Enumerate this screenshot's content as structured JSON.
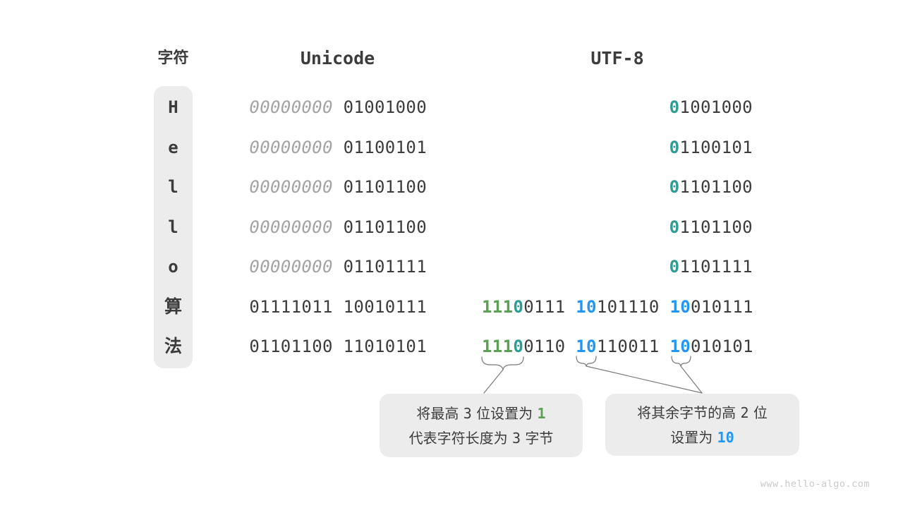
{
  "header": {
    "char_label": "字符",
    "unicode_label": "Unicode",
    "utf8_label": "UTF-8"
  },
  "colors": {
    "dark": "#3c3c3c",
    "gray": "#a3a3a3",
    "green": "#5ba053",
    "teal": "#2f9c94",
    "blue": "#2196f3",
    "panel": "#ececec",
    "line": "#7a7a7a",
    "watermark": "#c9c9c9"
  },
  "rows": [
    {
      "char": "H",
      "cjk": 0,
      "unicode": [
        {
          "t": "00000000",
          "c": "gray",
          "i": 1
        },
        {
          "t": " 01001000",
          "c": "dark"
        }
      ],
      "utf8": [
        {
          "t": "0",
          "c": "teal",
          "b": 1
        },
        {
          "t": "1001000",
          "c": "dark"
        }
      ]
    },
    {
      "char": "e",
      "cjk": 0,
      "unicode": [
        {
          "t": "00000000",
          "c": "gray",
          "i": 1
        },
        {
          "t": " 01100101",
          "c": "dark"
        }
      ],
      "utf8": [
        {
          "t": "0",
          "c": "teal",
          "b": 1
        },
        {
          "t": "1100101",
          "c": "dark"
        }
      ]
    },
    {
      "char": "l",
      "cjk": 0,
      "unicode": [
        {
          "t": "00000000",
          "c": "gray",
          "i": 1
        },
        {
          "t": " 01101100",
          "c": "dark"
        }
      ],
      "utf8": [
        {
          "t": "0",
          "c": "teal",
          "b": 1
        },
        {
          "t": "1101100",
          "c": "dark"
        }
      ]
    },
    {
      "char": "l",
      "cjk": 0,
      "unicode": [
        {
          "t": "00000000",
          "c": "gray",
          "i": 1
        },
        {
          "t": " 01101100",
          "c": "dark"
        }
      ],
      "utf8": [
        {
          "t": "0",
          "c": "teal",
          "b": 1
        },
        {
          "t": "1101100",
          "c": "dark"
        }
      ]
    },
    {
      "char": "o",
      "cjk": 0,
      "unicode": [
        {
          "t": "00000000",
          "c": "gray",
          "i": 1
        },
        {
          "t": " 01101111",
          "c": "dark"
        }
      ],
      "utf8": [
        {
          "t": "0",
          "c": "teal",
          "b": 1
        },
        {
          "t": "1101111",
          "c": "dark"
        }
      ]
    },
    {
      "char": "算",
      "cjk": 1,
      "unicode": [
        {
          "t": "01111011 10010111",
          "c": "dark"
        }
      ],
      "utf8": [
        {
          "t": "111",
          "c": "green",
          "b": 1
        },
        {
          "t": "0",
          "c": "teal",
          "b": 1
        },
        {
          "t": "0111 ",
          "c": "dark"
        },
        {
          "t": "10",
          "c": "blue",
          "b": 1
        },
        {
          "t": "101110 ",
          "c": "dark"
        },
        {
          "t": "10",
          "c": "blue",
          "b": 1
        },
        {
          "t": "010111",
          "c": "dark"
        }
      ]
    },
    {
      "char": "法",
      "cjk": 1,
      "unicode": [
        {
          "t": "01101100 11010101",
          "c": "dark"
        }
      ],
      "utf8": [
        {
          "t": "111",
          "c": "green",
          "b": 1
        },
        {
          "t": "0",
          "c": "teal",
          "b": 1
        },
        {
          "t": "0110 ",
          "c": "dark"
        },
        {
          "t": "10",
          "c": "blue",
          "b": 1
        },
        {
          "t": "110011 ",
          "c": "dark"
        },
        {
          "t": "10",
          "c": "blue",
          "b": 1
        },
        {
          "t": "010101",
          "c": "dark"
        }
      ]
    }
  ],
  "annotations": {
    "left": {
      "lines": [
        [
          {
            "t": "将最高 ",
            "c": "dark"
          },
          {
            "t": "3",
            "c": "dark",
            "m": 1
          },
          {
            "t": " 位设置为 ",
            "c": "dark"
          },
          {
            "t": "1",
            "c": "green",
            "m": 1,
            "b": 1
          }
        ],
        [
          {
            "t": "代表字符长度为 ",
            "c": "dark"
          },
          {
            "t": "3",
            "c": "dark",
            "m": 1
          },
          {
            "t": " 字节",
            "c": "dark"
          }
        ]
      ]
    },
    "right": {
      "lines": [
        [
          {
            "t": "将其余字节的高 ",
            "c": "dark"
          },
          {
            "t": "2",
            "c": "dark",
            "m": 1
          },
          {
            "t": " 位",
            "c": "dark"
          }
        ],
        [
          {
            "t": "设置为 ",
            "c": "dark"
          },
          {
            "t": "10",
            "c": "blue",
            "m": 1,
            "b": 1
          }
        ]
      ]
    }
  },
  "watermark": "www.hello-algo.com"
}
